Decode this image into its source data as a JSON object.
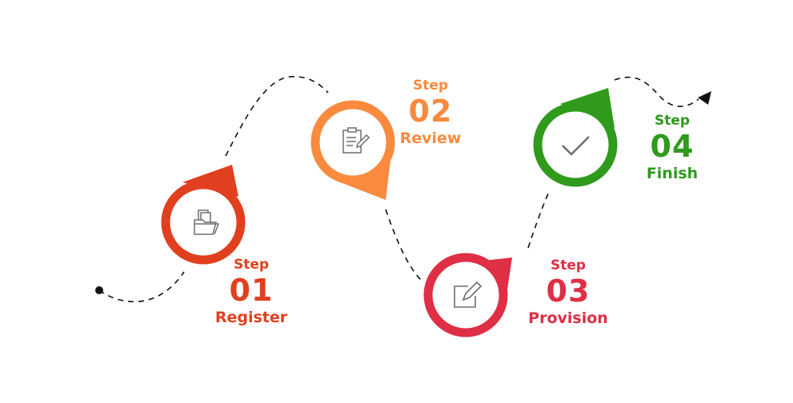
{
  "colors": {
    "step1": "#e0401f",
    "step2": "#f98a3e",
    "step3": "#de2f45",
    "step4": "#2f9a1c",
    "icon": "#6e6e6e",
    "path": "#111111"
  },
  "steps": [
    {
      "word": "Step",
      "number": "01",
      "name": "Register",
      "icon": "folder-documents-icon"
    },
    {
      "word": "Step",
      "number": "02",
      "name": "Review",
      "icon": "clipboard-edit-icon"
    },
    {
      "word": "Step",
      "number": "03",
      "name": "Provision",
      "icon": "pencil-square-icon"
    },
    {
      "word": "Step",
      "number": "04",
      "name": "Finish",
      "icon": "checkmark-icon"
    }
  ]
}
